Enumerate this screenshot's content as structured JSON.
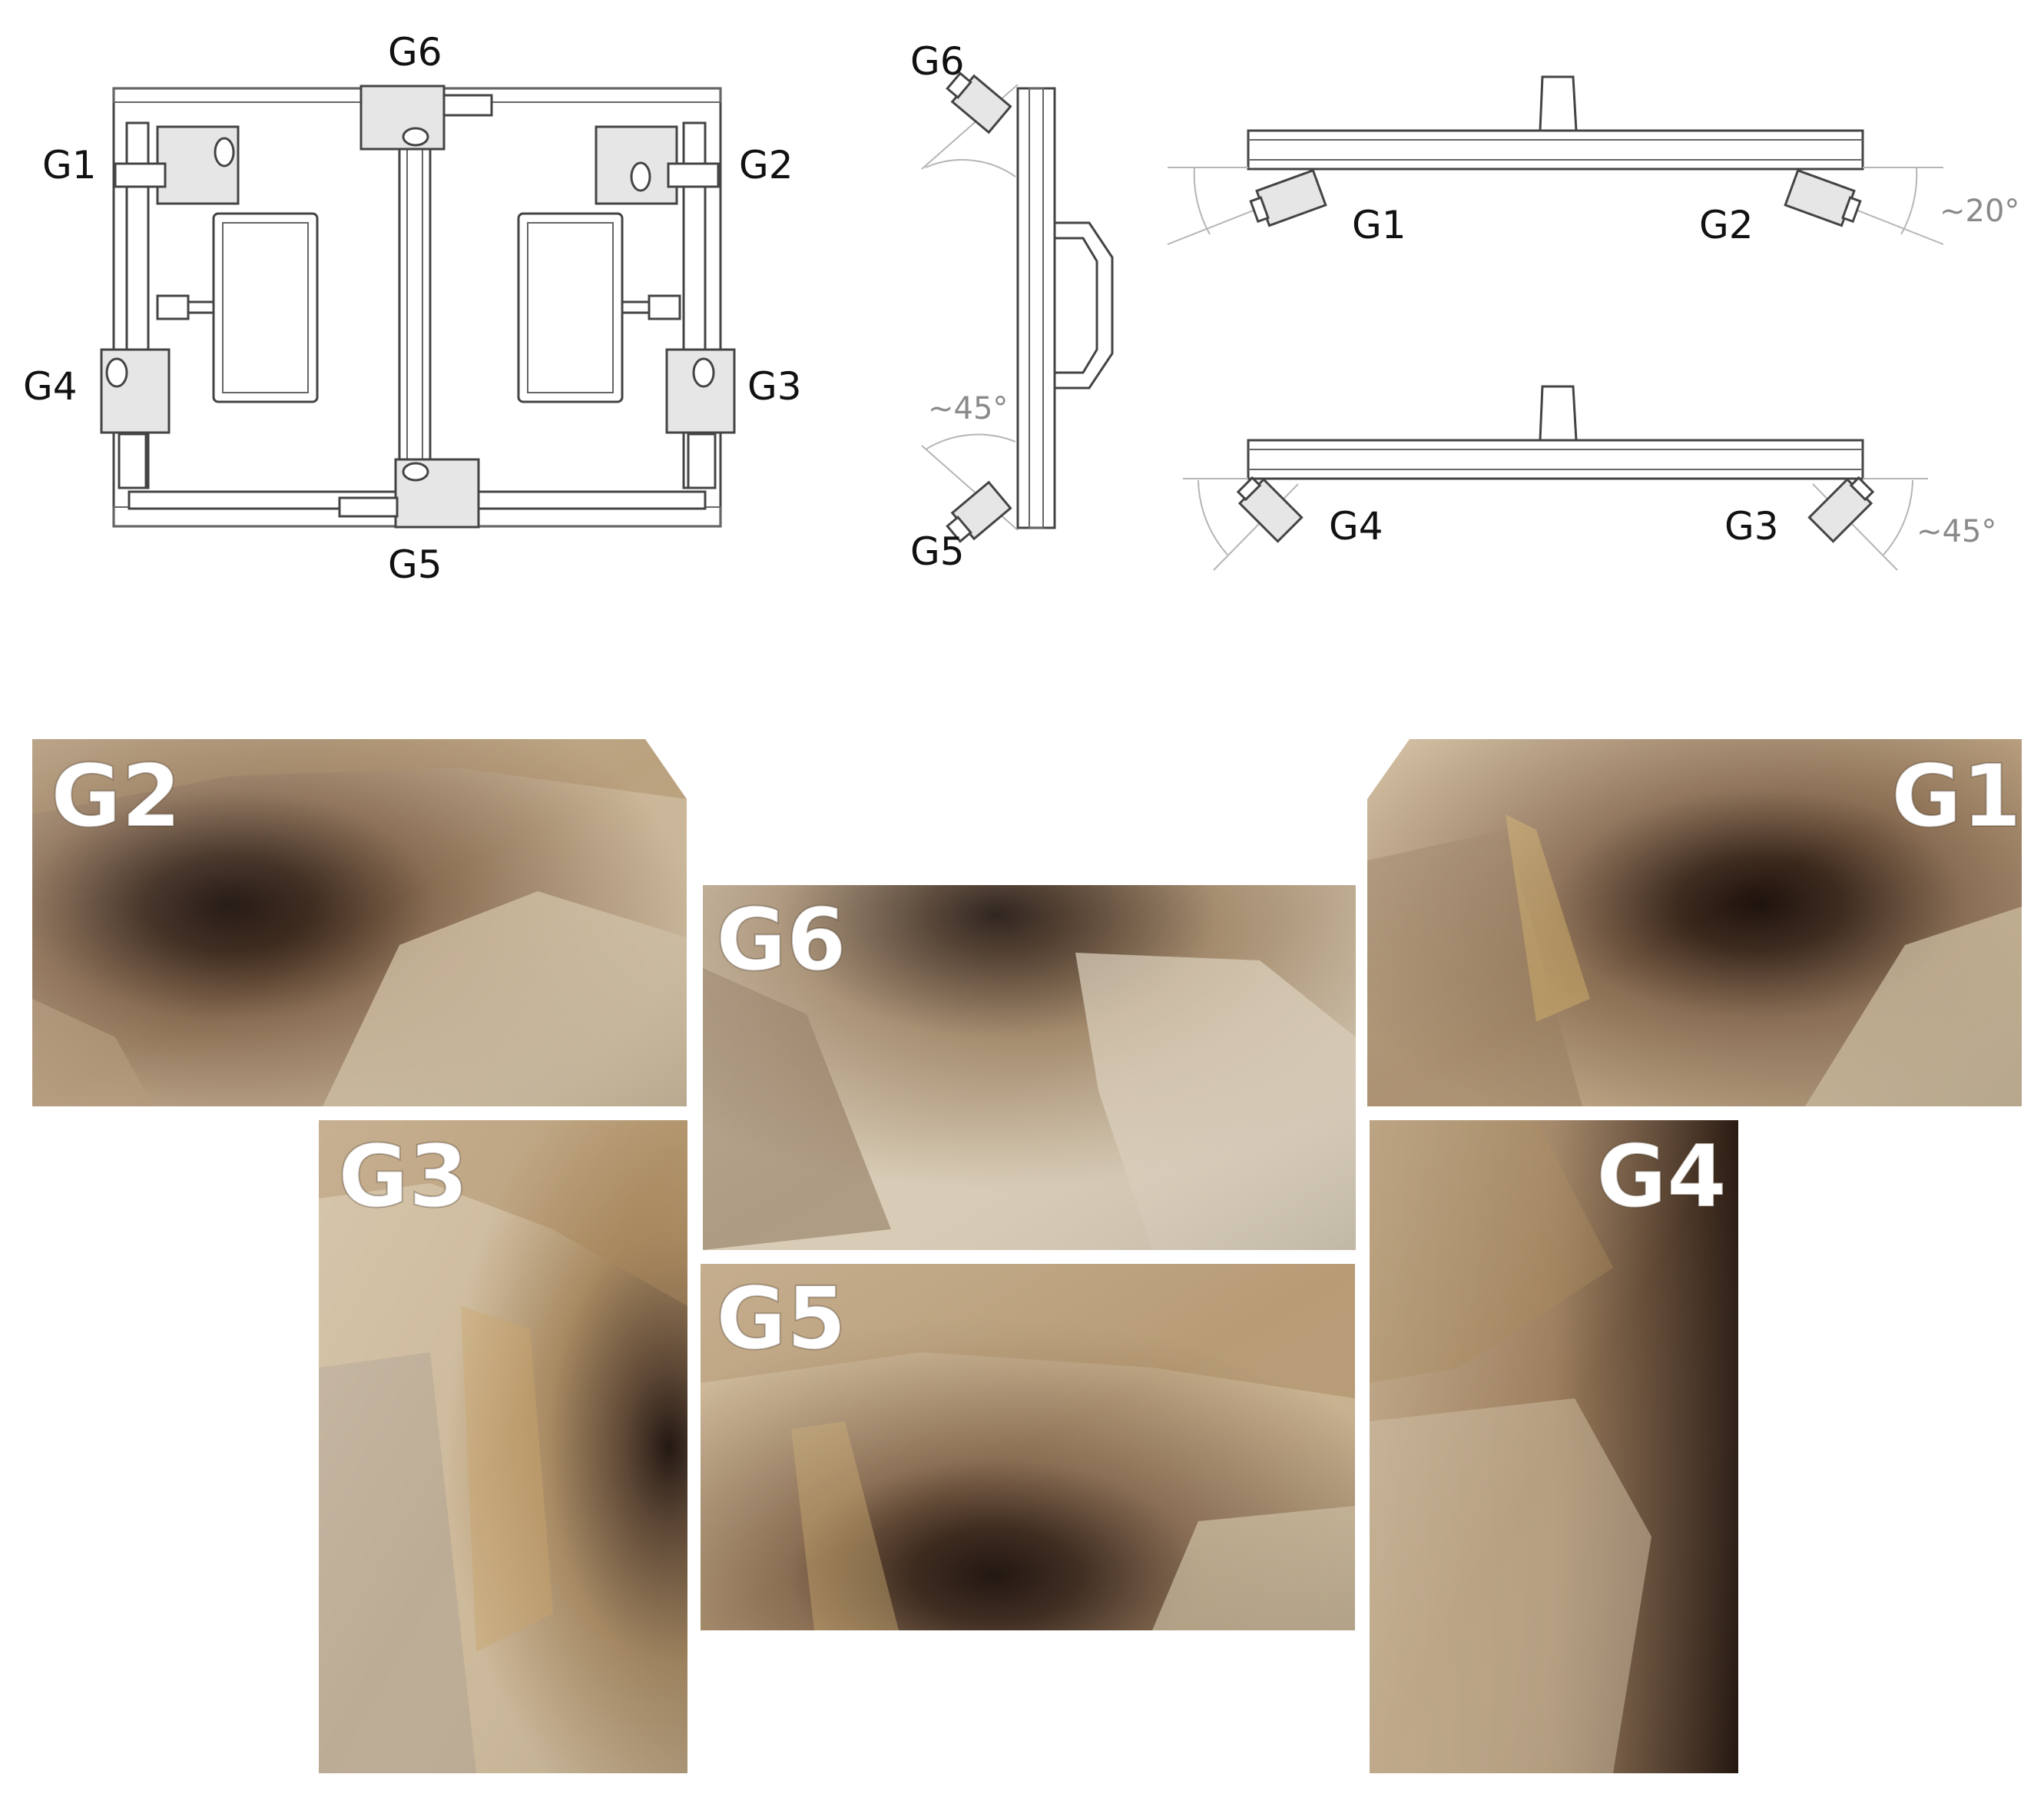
{
  "front_view": {
    "labels": [
      "G6",
      "G1",
      "G2",
      "G4",
      "G3",
      "G5"
    ]
  },
  "side_view": {
    "labels": [
      "G6",
      "G5"
    ],
    "angle": "~45°"
  },
  "top_view_upper": {
    "labels": [
      "G1",
      "G2"
    ],
    "angle": "~20°"
  },
  "top_view_lower": {
    "labels": [
      "G4",
      "G3"
    ],
    "angle": "~45°"
  },
  "photos": [
    {
      "label": "G2"
    },
    {
      "label": "G6"
    },
    {
      "label": "G1"
    },
    {
      "label": "G3"
    },
    {
      "label": "G5"
    },
    {
      "label": "G4"
    }
  ],
  "colors": {
    "rock_light": "#cdb99a",
    "rock_mid": "#a88a62",
    "rock_dark": "#5e4634",
    "tunnel": "#1e120c"
  }
}
